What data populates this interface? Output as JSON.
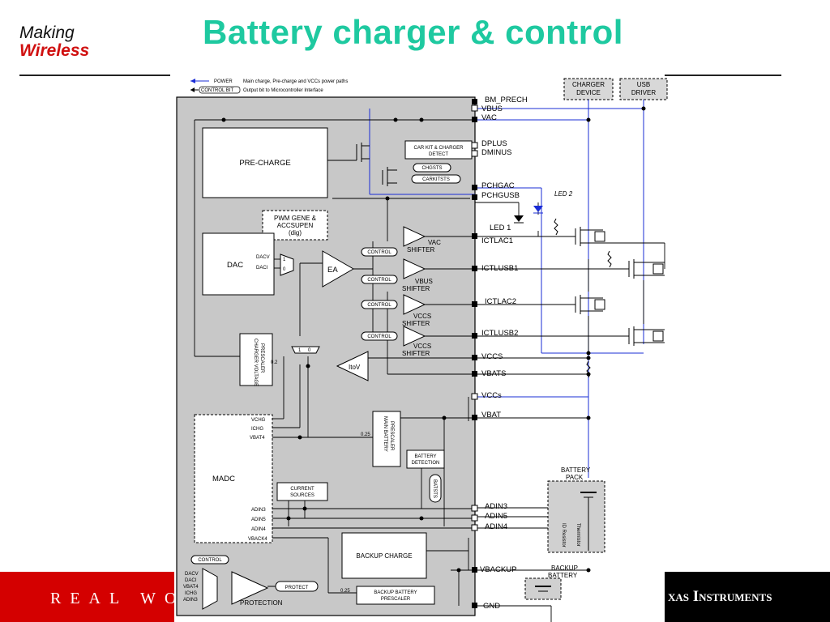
{
  "brand": {
    "line1": "Making",
    "line2": "Wireless"
  },
  "title": "Battery charger & control",
  "footer": {
    "left": "REAL WO",
    "right": "xas Instruments"
  },
  "legend": {
    "power": "POWER",
    "power_desc": "Main charge, Pre-charge and VCCs power paths",
    "control": "CONTROL BIT",
    "control_desc": "Output bit to Microcontroller Interface"
  },
  "external": {
    "charger_device_1": "CHARGER",
    "charger_device_2": "DEVICE",
    "usb_driver_1": "USB",
    "usb_driver_2": "DRIVER"
  },
  "pins": {
    "bm_prech": "BM_PRECH",
    "vbus": "VBUS",
    "vac": "VAC",
    "dplus": "DPLUS",
    "dminus": "DMINUS",
    "pchgac": "PCHGAC",
    "pchgusb": "PCHGUSB",
    "led2": "LED 2",
    "led1": "LED 1",
    "ictlac1": "ICTLAC1",
    "ictlusb1": "ICTLUSB1",
    "ictlac2": "ICTLAC2",
    "ictlusb2": "ICTLUSB2",
    "vccs": "VCCS",
    "vbats": "VBATS",
    "vccs2": "VCCs",
    "vbat": "VBAT",
    "adin3": "ADIN3",
    "adin5": "ADIN5",
    "adin4": "ADIN4",
    "vbackup": "VBACKUP",
    "gnd": "GND"
  },
  "blocks": {
    "precharge": "PRE-CHARGE",
    "carkit_1": "CAR KIT & CHARGER",
    "carkit_2": "DETECT",
    "chgsts": "CHGSTS",
    "carkitsts": "CARKITSTS",
    "pwm_1": "PWM GENE &",
    "pwm_2": "ACCSUPEN",
    "pwm_3": "(dig)",
    "dac": "DAC",
    "dacv": "DACV",
    "daci": "DACI",
    "mux1": "1",
    "mux0": "0",
    "ea": "EA",
    "control": "CONTROL",
    "vac_shifter_1": "VAC",
    "vac_shifter_2": "SHIFTER",
    "vbus_shifter_1": "VBUS",
    "vbus_shifter_2": "SHIFTER",
    "vccs_shifter_1": "VCCS",
    "vccs_shifter_2": "SHIFTER",
    "vccs_shifter2_1": "VCCS",
    "vccs_shifter2_2": "SHIFTER",
    "charger_prescaler_1": "CHARGER VOLTAGE",
    "charger_prescaler_2": "PRESCALER",
    "ratio_02": "0.2",
    "ratio_025a": "0.25",
    "ratio_025b": "0.25",
    "mux2_1": "1",
    "mux2_0": "0",
    "itov": "ItoV",
    "madc": "MADC",
    "vchg": "VCHG",
    "ichg": "ICHG",
    "vbat4": "VBAT4",
    "adin3_i": "ADIN3",
    "adin5_i": "ADIN5",
    "adin4_i": "ADIN4",
    "vback4": "VBACK4",
    "main_prescaler_1": "MAIN BATTERY",
    "main_prescaler_2": "PRESCALER",
    "batt_detect_1": "BATTERY",
    "batt_detect_2": "DETECTION",
    "batsts": "BATSTS",
    "current_sources_1": "CURRENT",
    "current_sources_2": "SOURCES",
    "backup_charge": "BACKUP CHARGE",
    "backup_prescaler_1": "BACKUP BATTERY",
    "backup_prescaler_2": "PRESCALER",
    "protect": "PROTECT",
    "protection": "PROTECTION",
    "prot_dacv": "DACV",
    "prot_daci": "DACI",
    "prot_vbat4": "VBAT4",
    "prot_ichg": "ICHG",
    "prot_adin3": "ADIN3",
    "battery_pack_1": "BATTERY",
    "battery_pack_2": "PACK",
    "thermistor": "Thermistor",
    "id_resistor": "ID Resistor",
    "backup_battery_1": "BACKUP",
    "backup_battery_2": "BATTERY"
  },
  "colors": {
    "title": "#1ec9a0",
    "power_line": "#1a2cd6",
    "chip": "#c8c8c8",
    "footer_red": "#d40000"
  }
}
